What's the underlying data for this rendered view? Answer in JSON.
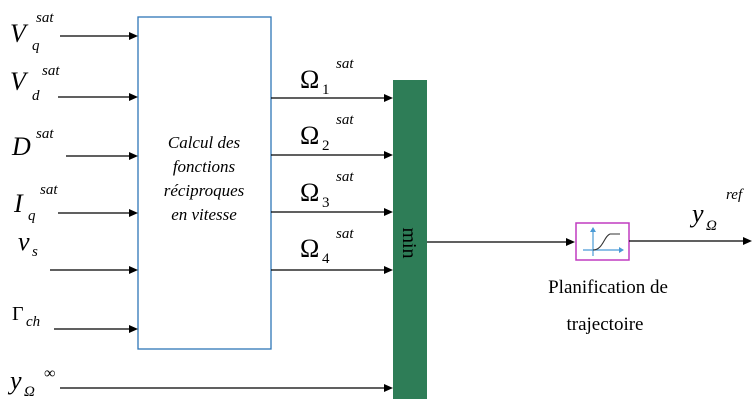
{
  "inputs": [
    {
      "base": "V",
      "sub": "q",
      "sup": "sat"
    },
    {
      "base": "V",
      "sub": "d",
      "sup": "sat"
    },
    {
      "base": "D",
      "sub": "",
      "sup": "sat"
    },
    {
      "base": "I",
      "sub": "q",
      "sup": "sat"
    },
    {
      "base": "v",
      "sub": "s",
      "sup": ""
    },
    {
      "base": "Γ",
      "sub": "ch",
      "sup": ""
    },
    {
      "base": "y",
      "sub": "Ω",
      "sup": "∞"
    }
  ],
  "calc_block": {
    "lines": [
      "Calcul des",
      "fonctions",
      "réciproques",
      "en vitesse"
    ],
    "border_color": "#2e75b6"
  },
  "omegas": [
    {
      "base": "Ω",
      "sub": "1",
      "sup": "sat"
    },
    {
      "base": "Ω",
      "sub": "2",
      "sup": "sat"
    },
    {
      "base": "Ω",
      "sub": "3",
      "sup": "sat"
    },
    {
      "base": "Ω",
      "sub": "4",
      "sup": "sat"
    }
  ],
  "min_block": {
    "label": "min",
    "color": "#2e7d57"
  },
  "planner": {
    "caption_line1": "Planification de",
    "caption_line2": "trajectoire",
    "border_color": "#c03cc0",
    "icon": "step-response-icon"
  },
  "output": {
    "base": "y",
    "sub": "Ω",
    "sup": "ref"
  }
}
